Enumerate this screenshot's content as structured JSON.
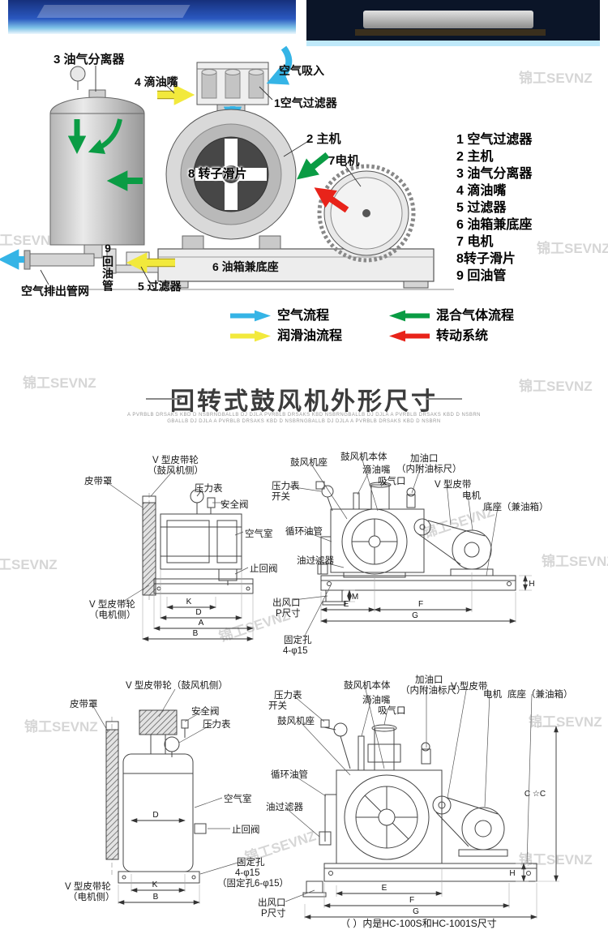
{
  "watermark": {
    "text": "锦工SEVNZ"
  },
  "schematic": {
    "part_labels": {
      "oil_gas_separator": "3 油气分离器",
      "oil_dripper": "4 滴油嘴",
      "air_intake": "空气吸入",
      "air_filter": "1空气过滤器",
      "main_unit": "2 主机",
      "motor": "7电机",
      "rotor_vane": "8 转子滑片",
      "oil_tank_base": "6 油箱兼底座",
      "filter": "5 过滤器",
      "oil_return_pipe": "9回油管",
      "air_discharge": "空气排出管网"
    },
    "legend": [
      "1 空气过滤器",
      "2 主机",
      "3 油气分离器",
      "4 滴油嘴",
      "5 过滤器",
      "6 油箱兼底座",
      "7 电机",
      "8转子滑片",
      "9 回油管"
    ],
    "flow_legend": [
      {
        "label": "空气流程",
        "color": "#35b4e6",
        "direction": "right"
      },
      {
        "label": "润滑油流程",
        "color": "#f2e93c",
        "direction": "right"
      },
      {
        "label": "混合气体流程",
        "color": "#0a9c44",
        "direction": "left"
      },
      {
        "label": "转动系统",
        "color": "#e8231a",
        "direction": "left"
      }
    ]
  },
  "dims_section": {
    "title": "回转式鼓风机外形尺寸",
    "fineprint1": "A PVRBLB DRSAKS KBD D NSBRNGBALLB DJ DJLA PVRBLB DRSAKS KBD NSBRNGBALLB DJ DJLA A PVRBLB DRSAKS KBD D NSBRN",
    "fineprint2": "GBALLB DJ DJLA A PVRBLB DRSAKS KBD D NSBRNGBALLB DJ DJLA A PVRBLB DRSAKS KBD D NSBRN",
    "drawing1": {
      "labels": {
        "pulley_blower_side_1": "V 型皮带轮",
        "pulley_blower_side_2": "（鼓风机侧）",
        "belt_cover": "皮带罩",
        "pressure_gauge": "压力表",
        "safety_valve": "安全阀",
        "air_chamber": "空气室",
        "check_valve": "止回阀",
        "pulley_motor_side_1": "V 型皮带轮",
        "pulley_motor_side_2": "（电机侧）",
        "blower_mount": "鼓风机座",
        "blower_body": "鼓风机本体",
        "oil_dripper": "滴油嘴",
        "suction_port": "吸气口",
        "oil_filler_1": "加油口",
        "oil_filler_2": "（内附油标尺）",
        "v_belt": "V 型皮带",
        "motor": "电机",
        "base_oil_tank": "底座（兼油箱）",
        "gauge_switch_1": "压力表",
        "gauge_switch_2": "开关",
        "circulating_pipe": "循环油管",
        "oil_filter": "油过滤器",
        "outlet_1": "出风口",
        "outlet_2": "P尺寸",
        "fixing_hole_1": "固定孔",
        "fixing_hole_2": "4-φ15"
      },
      "dims": {
        "K": "K",
        "D": "D",
        "A": "A",
        "B": "B",
        "M": "M",
        "E": "E",
        "F": "F",
        "G": "G",
        "H": "H"
      }
    },
    "drawing2": {
      "labels": {
        "pulley_blower_side": "V 型皮带轮（鼓风机侧）",
        "belt_cover": "皮带罩",
        "safety_valve": "安全阀",
        "pressure_gauge": "压力表",
        "gauge_switch_1": "压力表",
        "gauge_switch_2": "开关",
        "blower_mount": "鼓风机座",
        "blower_body": "鼓风机本体",
        "oil_dripper": "滴油嘴",
        "suction_port": "吸气口",
        "oil_filler_1": "加油口",
        "oil_filler_2": "（内附油标尺）",
        "v_belt": "V 型皮带",
        "motor": "电机",
        "base_oil_tank": "底座（兼油箱）",
        "air_chamber": "空气室",
        "circulating_pipe": "循环油管",
        "check_valve": "止回阀",
        "oil_filter": "油过滤器",
        "fixing_hole_1": "固定孔",
        "fixing_hole_2": "4-φ15",
        "fixing_hole_3": "（固定孔6-φ15）",
        "pulley_motor_side_1": "V 型皮带轮",
        "pulley_motor_side_2": "（电机侧）",
        "outlet_1": "出风口",
        "outlet_2": "P尺寸"
      },
      "dims": {
        "D": "D",
        "K": "K",
        "B": "B",
        "E": "E",
        "F": "F",
        "G": "G",
        "H": "H",
        "C": "C ☆C"
      },
      "note": "（ ）内是HC-100S和HC-1001S尺寸"
    }
  }
}
